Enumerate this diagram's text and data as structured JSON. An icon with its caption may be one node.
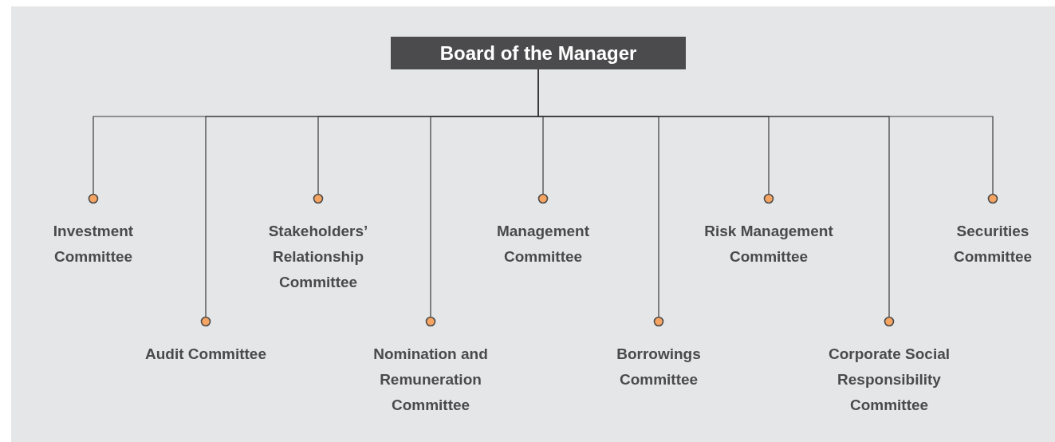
{
  "diagram": {
    "nodes": [
      {
        "text": [
          "Board of the Manager"
        ]
      },
      {
        "text": [
          "Investment Committee"
        ]
      },
      {
        "text": [
          "Audit Committee"
        ]
      },
      {
        "text": [
          "Stakeholders’ Relationship Committee"
        ]
      },
      {
        "text": [
          "Nomination and Remuneration Committee"
        ]
      },
      {
        "text": [
          "Management Committee"
        ]
      },
      {
        "text": [
          "Borrowings Committee"
        ]
      },
      {
        "text": [
          "Risk Management Committee"
        ]
      },
      {
        "text": [
          "Corporate Social Responsibility Committee"
        ]
      },
      {
        "text": [
          "Securities Committee"
        ]
      }
    ],
    "edges": [
      {
        "from": 0,
        "to": 1,
        "arrow": "other"
      },
      {
        "from": 0,
        "to": 2,
        "arrow": "other"
      },
      {
        "from": 0,
        "to": 3,
        "arrow": "other"
      },
      {
        "from": 0,
        "to": 4,
        "arrow": "other"
      },
      {
        "from": 0,
        "to": 5,
        "arrow": "other"
      },
      {
        "from": 0,
        "to": 6,
        "arrow": "other"
      },
      {
        "from": 0,
        "to": 7,
        "arrow": "other"
      },
      {
        "from": 0,
        "to": 8,
        "arrow": "other"
      },
      {
        "from": 0,
        "to": 9,
        "arrow": "other"
      }
    ]
  }
}
